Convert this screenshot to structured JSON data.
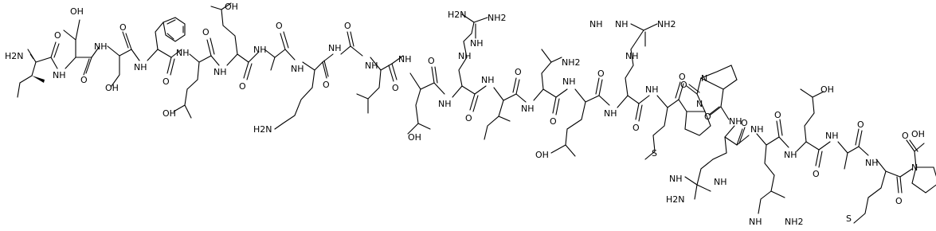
{
  "molecule": {
    "atom_labels": [
      {
        "text": "H2N",
        "role": "n-terminus"
      },
      {
        "text": "OH"
      },
      {
        "text": "NH"
      },
      {
        "text": "NH"
      },
      {
        "text": "NH"
      },
      {
        "text": "NH"
      },
      {
        "text": "NH"
      },
      {
        "text": "NH"
      },
      {
        "text": "NH"
      },
      {
        "text": "NH"
      },
      {
        "text": "NH"
      },
      {
        "text": "NH"
      },
      {
        "text": "NH"
      },
      {
        "text": "NH"
      },
      {
        "text": "NH"
      },
      {
        "text": "NH"
      },
      {
        "text": "NH"
      },
      {
        "text": "NH"
      },
      {
        "text": "NH"
      },
      {
        "text": "NH"
      },
      {
        "text": "NH"
      },
      {
        "text": "NH"
      },
      {
        "text": "NH"
      },
      {
        "text": "NH"
      },
      {
        "text": "NH"
      },
      {
        "text": "NH"
      },
      {
        "text": "NH"
      },
      {
        "text": "O"
      },
      {
        "text": "O"
      },
      {
        "text": "O"
      },
      {
        "text": "O"
      },
      {
        "text": "O"
      },
      {
        "text": "O"
      },
      {
        "text": "O"
      },
      {
        "text": "O"
      },
      {
        "text": "O"
      },
      {
        "text": "O"
      },
      {
        "text": "O"
      },
      {
        "text": "O"
      },
      {
        "text": "O"
      },
      {
        "text": "O"
      },
      {
        "text": "O"
      },
      {
        "text": "O"
      },
      {
        "text": "O"
      },
      {
        "text": "O"
      },
      {
        "text": "O"
      },
      {
        "text": "O"
      },
      {
        "text": "O"
      },
      {
        "text": "O"
      },
      {
        "text": "O"
      },
      {
        "text": "O"
      },
      {
        "text": "O"
      },
      {
        "text": "OH"
      },
      {
        "text": "OH"
      },
      {
        "text": "OH"
      },
      {
        "text": "OH"
      },
      {
        "text": "OH"
      },
      {
        "text": "OH"
      },
      {
        "text": "OH"
      },
      {
        "text": "H2N"
      },
      {
        "text": "NH2"
      },
      {
        "text": "NH2"
      },
      {
        "text": "NH2"
      },
      {
        "text": "NH2"
      },
      {
        "text": "H2N"
      },
      {
        "text": "H2N"
      },
      {
        "text": "NH"
      },
      {
        "text": "NH"
      },
      {
        "text": "NH"
      },
      {
        "text": "NH"
      },
      {
        "text": "S"
      },
      {
        "text": "S"
      },
      {
        "text": "N"
      },
      {
        "text": "N"
      },
      {
        "text": "N"
      }
    ]
  }
}
